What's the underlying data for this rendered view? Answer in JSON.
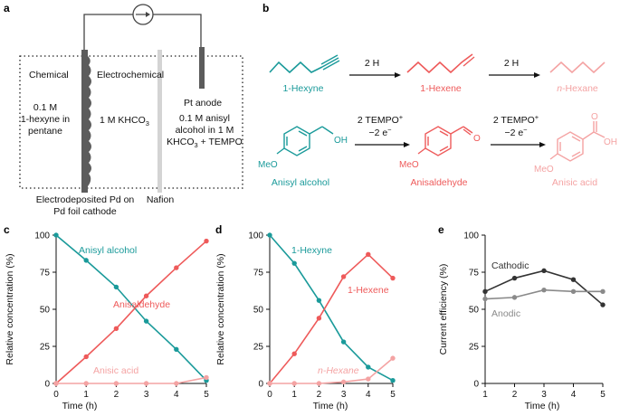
{
  "panel_labels": {
    "a": "a",
    "b": "b",
    "c": "c",
    "d": "d",
    "e": "e"
  },
  "panel_a": {
    "chemical": "Chemical",
    "electrochemical": "Electrochemical",
    "left_solution": [
      "0.1 M",
      "1-hexyne in",
      "pentane"
    ],
    "middle_solution": "1 M KHCO",
    "middle_sub": "3",
    "anode": "Pt anode",
    "right_solution": [
      "0.1 M anisyl",
      "alcohol in 1 M",
      "KHCO",
      "3",
      " + TEMPO"
    ],
    "cathode_caption": [
      "Electrodeposited Pd on",
      "Pd foil cathode"
    ],
    "membrane": "Nafion"
  },
  "panel_b": {
    "reagent_h": "2 H",
    "reagent_tempo": "2 TEMPO",
    "tempo_charge": "+",
    "electrons": "−2 e",
    "electron_sup": "−",
    "compounds": {
      "hexyne": "1-Hexyne",
      "hexene": "1-Hexene",
      "hexane_prefix": "n",
      "hexane_rest": "-Hexane",
      "anisyl_alcohol": "Anisyl alcohol",
      "anisaldehyde": "Anisaldehyde",
      "anisic_acid": "Anisic acid"
    },
    "atoms": {
      "oh": "OH",
      "o": "O",
      "meo": "MeO"
    },
    "colors": {
      "teal": "#1a9a9a",
      "red": "#ee5a5a",
      "pink": "#f4a3a3"
    }
  },
  "chart_data": [
    {
      "panel": "c",
      "type": "line",
      "xlabel": "Time (h)",
      "ylabel": "Relative concentration (%)",
      "x": [
        0,
        1,
        2,
        3,
        4,
        5
      ],
      "xlim": [
        0,
        5
      ],
      "ylim": [
        0,
        100
      ],
      "yticks": [
        0,
        25,
        50,
        75,
        100
      ],
      "series": [
        {
          "name": "Anisyl alcohol",
          "color": "#1a9a9a",
          "values": [
            100,
            83,
            65,
            42,
            23,
            2
          ]
        },
        {
          "name": "Anisaldehyde",
          "color": "#ee5a5a",
          "values": [
            0,
            18,
            37,
            59,
            78,
            96
          ]
        },
        {
          "name": "Anisic acid",
          "color": "#f4a3a3",
          "values": [
            0,
            0,
            0,
            0,
            0,
            4
          ]
        }
      ]
    },
    {
      "panel": "d",
      "type": "line",
      "xlabel": "Time (h)",
      "ylabel": "Relative concentration (%)",
      "x": [
        0,
        1,
        2,
        3,
        4,
        5
      ],
      "xlim": [
        0,
        5
      ],
      "ylim": [
        0,
        100
      ],
      "yticks": [
        0,
        25,
        50,
        75,
        100
      ],
      "series": [
        {
          "name": "1-Hexyne",
          "color": "#1a9a9a",
          "values": [
            100,
            81,
            56,
            28,
            11,
            2
          ]
        },
        {
          "name": "1-Hexene",
          "color": "#ee5a5a",
          "values": [
            0,
            20,
            44,
            72,
            87,
            71
          ]
        },
        {
          "name": "n-Hexane",
          "color": "#f4a3a3",
          "values": [
            0,
            0,
            0,
            1,
            3,
            17
          ]
        }
      ]
    },
    {
      "panel": "e",
      "type": "line",
      "xlabel": "Time (h)",
      "ylabel": "Current efficiency (%)",
      "x": [
        1,
        2,
        3,
        4,
        5
      ],
      "xlim": [
        1,
        5
      ],
      "ylim": [
        0,
        100
      ],
      "yticks": [
        0,
        25,
        50,
        75,
        100
      ],
      "series": [
        {
          "name": "Cathodic",
          "color": "#333333",
          "values": [
            62,
            71,
            76,
            70,
            53
          ]
        },
        {
          "name": "Anodic",
          "color": "#8a8a8a",
          "values": [
            57,
            58,
            63,
            62,
            62
          ]
        }
      ]
    }
  ]
}
